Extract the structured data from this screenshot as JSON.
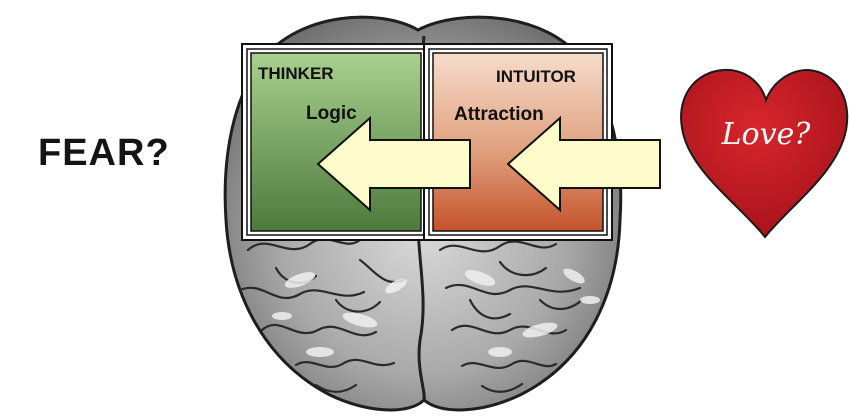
{
  "fear_label": "FEAR?",
  "love_label": "Love?",
  "thinker": {
    "title": "THINKER",
    "subtitle": "Logic"
  },
  "intuitor": {
    "title": "INTUITOR",
    "subtitle": "Attraction"
  },
  "colors": {
    "thinker_fill_top": "#a8cf8c",
    "thinker_fill_bottom": "#4f7a3e",
    "intuitor_fill_top": "#f4d8c8",
    "intuitor_fill_bottom": "#c5562a",
    "arrow_fill": "#fffccc",
    "heart_fill": "#c41a22",
    "brain_fill": "#9a9a9a"
  }
}
